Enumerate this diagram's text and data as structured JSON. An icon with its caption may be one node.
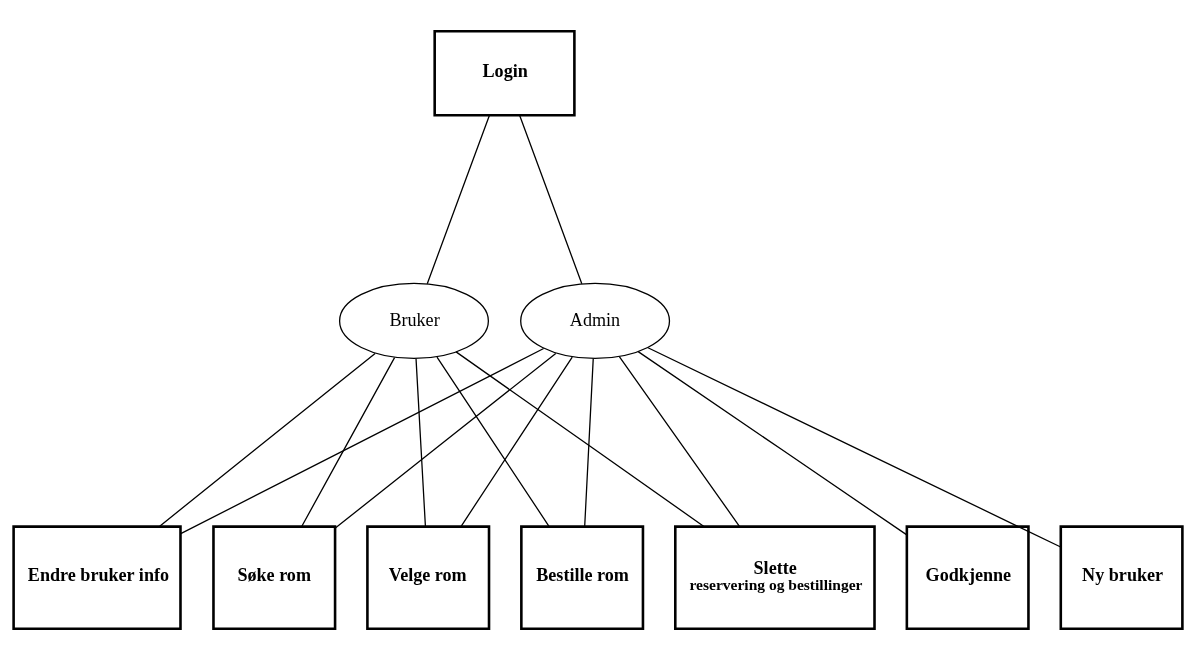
{
  "diagram": {
    "nodes": [
      {
        "text": [
          "Login"
        ]
      },
      {
        "text": [
          "Bruker"
        ]
      },
      {
        "text": [
          "Admin"
        ]
      },
      {
        "text": [
          "Endre bruker info"
        ]
      },
      {
        "text": [
          "Søke rom"
        ]
      },
      {
        "text": [
          "Velge rom"
        ]
      },
      {
        "text": [
          "Bestille rom"
        ]
      },
      {
        "text": [
          "Slette",
          "reservering og bestillinger"
        ]
      },
      {
        "text": [
          "Godkjenne"
        ]
      },
      {
        "text": [
          "Ny bruker"
        ]
      }
    ],
    "edges": [
      {
        "from": 0,
        "to": 1,
        "arrow": "none"
      },
      {
        "from": 0,
        "to": 2,
        "arrow": "none"
      },
      {
        "from": 1,
        "to": 3,
        "arrow": "none"
      },
      {
        "from": 1,
        "to": 4,
        "arrow": "none"
      },
      {
        "from": 1,
        "to": 5,
        "arrow": "none"
      },
      {
        "from": 1,
        "to": 6,
        "arrow": "none"
      },
      {
        "from": 1,
        "to": 7,
        "arrow": "none"
      },
      {
        "from": 2,
        "to": 3,
        "arrow": "none"
      },
      {
        "from": 2,
        "to": 4,
        "arrow": "none"
      },
      {
        "from": 2,
        "to": 5,
        "arrow": "none"
      },
      {
        "from": 2,
        "to": 6,
        "arrow": "none"
      },
      {
        "from": 2,
        "to": 7,
        "arrow": "none"
      },
      {
        "from": 2,
        "to": 8,
        "arrow": "none"
      },
      {
        "from": 2,
        "to": 9,
        "arrow": "none"
      }
    ]
  }
}
